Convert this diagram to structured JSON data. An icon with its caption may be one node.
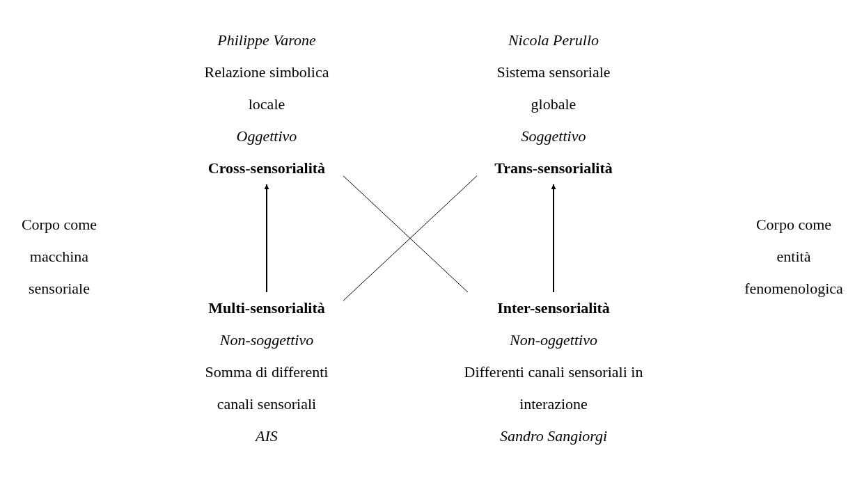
{
  "diagram": {
    "nodes": [
      {
        "text": [
          "Philippe Varone",
          "Relazione simbolica locale",
          "Oggettivo",
          "Cross-sensorialità"
        ]
      },
      {
        "text": [
          "Nicola Perullo",
          "Sistema sensoriale globale",
          "Soggettivo",
          "Trans-sensorialità"
        ]
      },
      {
        "text": [
          "Multi-sensorialità",
          "Non-soggettivo",
          "Somma di differenti canali sensoriali",
          "AIS"
        ]
      },
      {
        "text": [
          "Inter-sensorialità",
          "Non-oggettivo",
          "Differenti canali sensoriali in interazione",
          "Sandro Sangiorgi"
        ]
      }
    ],
    "edges": [
      {
        "from": 2,
        "to": 0,
        "arrow": "to"
      },
      {
        "from": 3,
        "to": 1,
        "arrow": "to"
      },
      {
        "from": 2,
        "to": 1,
        "arrow": "none"
      },
      {
        "from": 3,
        "to": 0,
        "arrow": "none"
      }
    ],
    "labels": [
      "Corpo come macchina sensoriale",
      "Corpo come entità fenomenologica"
    ]
  }
}
